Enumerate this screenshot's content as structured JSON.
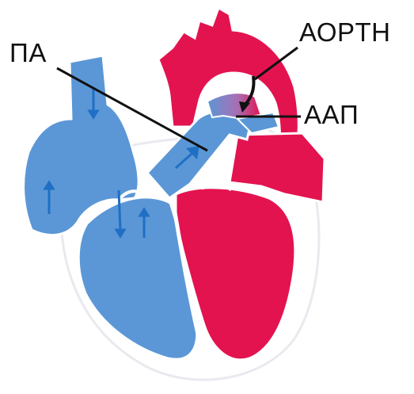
{
  "labels": {
    "pulmonary_artery": "ΠΑ",
    "aorta": "ΑΟΡΤΗ",
    "ductus": "ΑΑΠ"
  },
  "colors": {
    "deoxygenated": "#5b97d6",
    "oxygenated": "#e3134f",
    "mixed": "#a86fb5",
    "outline": "#ffffff",
    "flow_arrow": "#1f6fc4",
    "leader_line": "#111111"
  }
}
